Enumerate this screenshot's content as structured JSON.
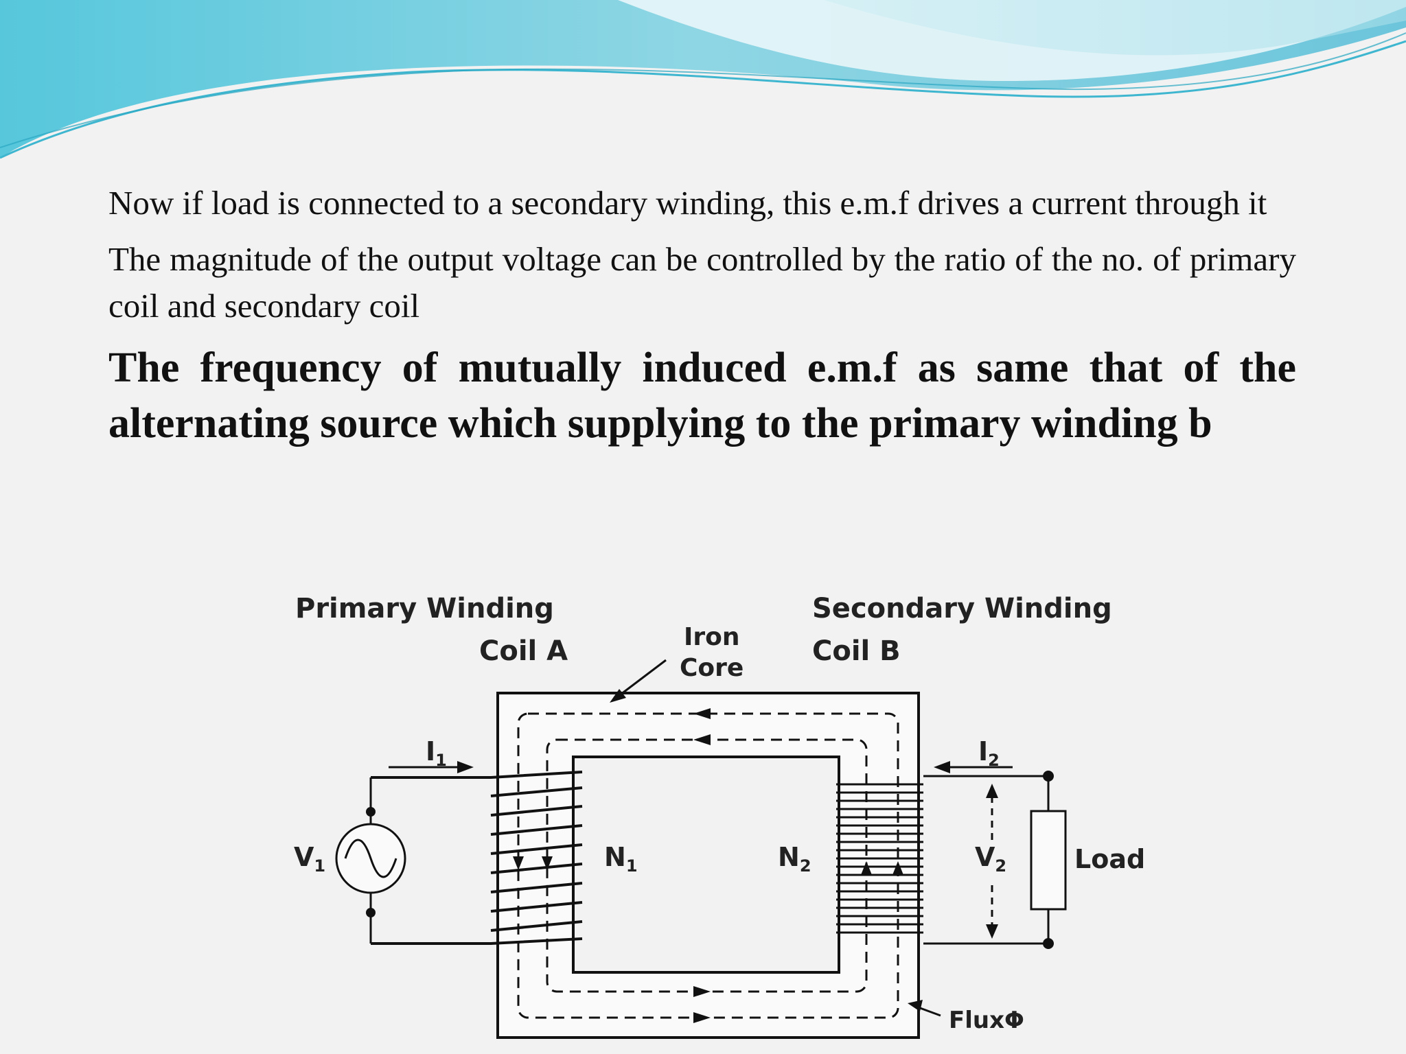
{
  "slide": {
    "paragraphs": [
      "Now if load is connected to a secondary winding, this e.m.f drives a current through it",
      "The magnitude of the output voltage can be controlled by the ratio of the no. of primary coil and secondary coil",
      "The frequency of mutually induced e.m.f as same that of the alternating source which supplying to the primary winding b"
    ]
  },
  "diagram": {
    "primary_winding": "Primary Winding",
    "coil_a": "Coil A",
    "iron": "Iron",
    "core": "Core",
    "secondary_winding": "Secondary Winding",
    "coil_b": "Coil B",
    "i1": "I",
    "i1_sub": "1",
    "i2": "I",
    "i2_sub": "2",
    "v1": "V",
    "v1_sub": "1",
    "v2": "V",
    "v2_sub": "2",
    "n1": "N",
    "n1_sub": "1",
    "n2": "N",
    "n2_sub": "2",
    "load": "Load",
    "flux": "FluxΦ"
  },
  "colors": {
    "background": "#f2f2f2",
    "wave_light": "#bfe6ee",
    "wave_mid": "#7fd0e0",
    "wave_dark": "#3fb6cf",
    "text": "#111111"
  }
}
